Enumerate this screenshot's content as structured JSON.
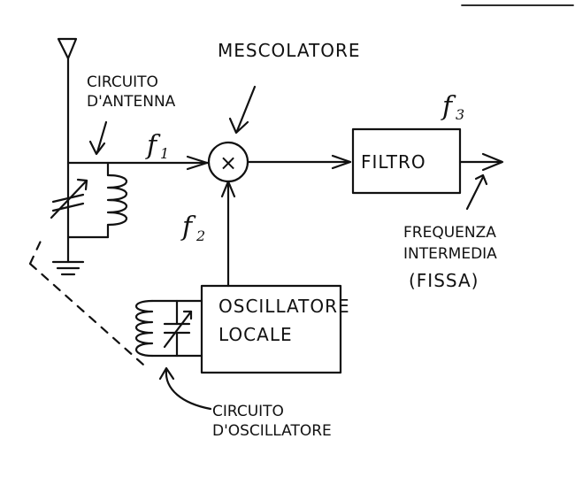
{
  "labels": {
    "antenna_circuit_line1": "CIRCUITO",
    "antenna_circuit_line2": "D'ANTENNA",
    "mixer": "MESCOLATORE",
    "mixer_symbol": "×",
    "filter": "FILTRO",
    "oscillator_line1": "OSCILLATORE",
    "oscillator_line2": "LOCALE",
    "osc_circuit_line1": "CIRCUITO",
    "osc_circuit_line2": "D'OSCILLATORE",
    "if_line1": "FREQUENZA",
    "if_line2": "INTERMEDIA",
    "if_line3": "(FISSA)"
  },
  "frequencies": {
    "f1": {
      "letter": "f",
      "sub": "1"
    },
    "f2": {
      "letter": "f",
      "sub": "2"
    },
    "f3": {
      "letter": "f",
      "sub": "3"
    }
  }
}
